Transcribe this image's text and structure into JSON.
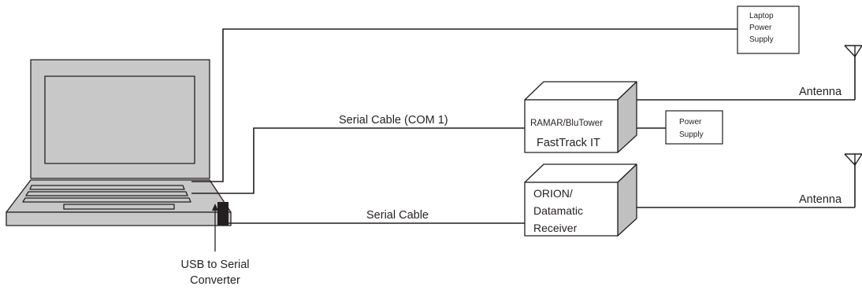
{
  "boxes": {
    "laptop_power": [
      "Laptop",
      "Power",
      "Supply"
    ],
    "fasttrack": [
      "RAMAR/BluTower",
      "FastTrack IT"
    ],
    "fasttrack_power": [
      "Power",
      "Supply"
    ],
    "receiver": [
      "ORION/",
      "Datamatic",
      "Receiver"
    ]
  },
  "cables": {
    "serial_com1": "Serial Cable (COM 1)",
    "serial": "Serial Cable"
  },
  "antennas": {
    "top": "Antenna",
    "bottom": "Antenna"
  },
  "converter": [
    "USB to Serial",
    "Converter"
  ],
  "colors": {
    "line": "#231f20",
    "laptop_fill": "#c8c8c8",
    "box_side": "#c0c0c0",
    "converter": "#231f20"
  }
}
